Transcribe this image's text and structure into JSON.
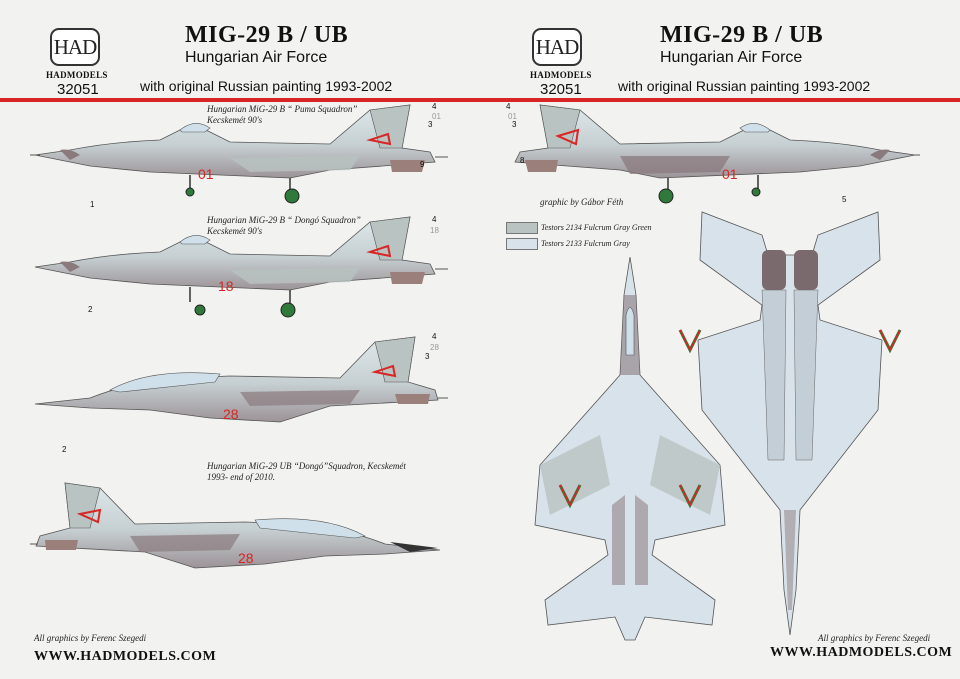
{
  "header": {
    "logo_text": "HAD",
    "brand": "HADMODELS",
    "code": "32051",
    "title": "MIG-29 B / UB",
    "subtitle": "Hungarian Air Force",
    "description": "with original Russian painting 1993-2002"
  },
  "profiles": [
    {
      "caption_line1": "Hungarian MiG-29 B “ Puma Squadron”",
      "caption_line2": "Kecskemét 90's",
      "serial": "01"
    },
    {
      "caption_line1": "Hungarian MiG-29 B “ Dongó Squadron”",
      "caption_line2": "Kecskemét 90's",
      "serial": "18"
    },
    {
      "serial": "28"
    },
    {
      "caption_line1": "Hungarian MiG-29 UB “Dongó”Squadron, Kecskemét",
      "caption_line2": "1993- end of 2010.",
      "serial": "28"
    }
  ],
  "right_profile": {
    "serial": "01",
    "graphic_credit": "graphic by Gábor Féth"
  },
  "callouts": {
    "c1": "1",
    "c2": "2",
    "c3": "3",
    "c4": "4",
    "c5": "5",
    "c8": "8",
    "c9": "9"
  },
  "legend": [
    {
      "label": "Testors 2134 Fulcrum Gray Green",
      "color": "#b9c3c1"
    },
    {
      "label": "Testors 2133 Fulcrum Gray",
      "color": "#d8e2ea"
    }
  ],
  "footer": {
    "credit": "All graphics by Ferenc Szegedi",
    "website": "WWW.HADMODELS.COM"
  },
  "colors": {
    "accent_red": "#d92524",
    "gray_green": "#b9c3c1",
    "fulcrum_gray": "#d8e2ea",
    "camo_brown": "#8a7a7e"
  }
}
